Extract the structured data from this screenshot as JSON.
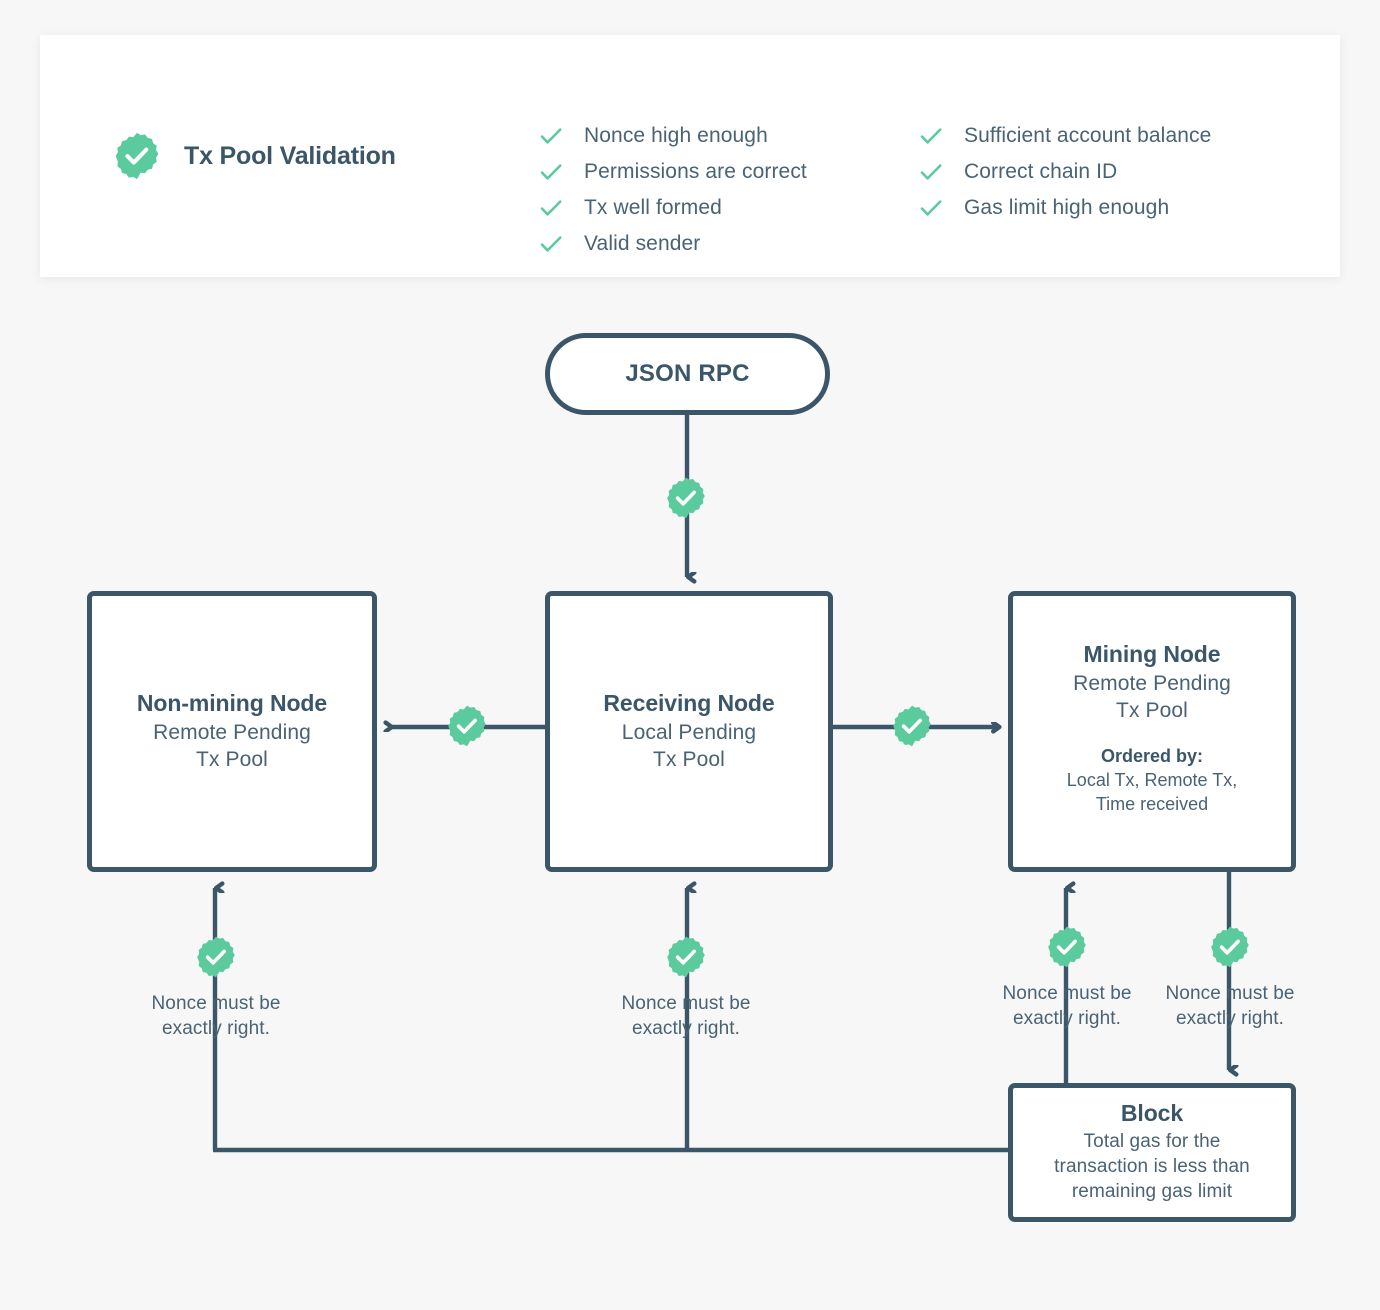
{
  "colors": {
    "page_background": "#f7f7f7",
    "card_background": "#ffffff",
    "accent_green": "#5bca9c",
    "line_dark": "#3a5668",
    "text_body": "#4a6374"
  },
  "validation_card": {
    "title": "Tx Pool Validation",
    "badge_icon": "check-badge-icon",
    "checks_left": [
      "Nonce high enough",
      "Permissions are correct",
      "Tx well formed",
      "Valid sender"
    ],
    "checks_right": [
      "Sufficient account balance",
      "Correct chain ID",
      "Gas limit high enough"
    ]
  },
  "diagram": {
    "json_rpc": {
      "title": "JSON RPC"
    },
    "non_mining_node": {
      "title": "Non-mining Node",
      "subtitle": "Remote Pending\nTx Pool"
    },
    "receiving_node": {
      "title": "Receiving Node",
      "subtitle": "Local Pending\nTx Pool"
    },
    "mining_node": {
      "title": "Mining Node",
      "subtitle": "Remote Pending\nTx Pool",
      "ordered_by_label": "Ordered by:",
      "ordered_by_value": "Local Tx, Remote Tx,\nTime received"
    },
    "block_node": {
      "title": "Block",
      "subtitle": "Total gas for the\ntransaction is less than\nremaining gas limit"
    },
    "captions": {
      "nonce_non_mining": "Nonce must be\nexactly right.",
      "nonce_receiving": "Nonce must be\nexactly right.",
      "nonce_mining_in": "Nonce must be\nexactly right.",
      "nonce_mining_out": "Nonce must be\nexactly right."
    }
  }
}
